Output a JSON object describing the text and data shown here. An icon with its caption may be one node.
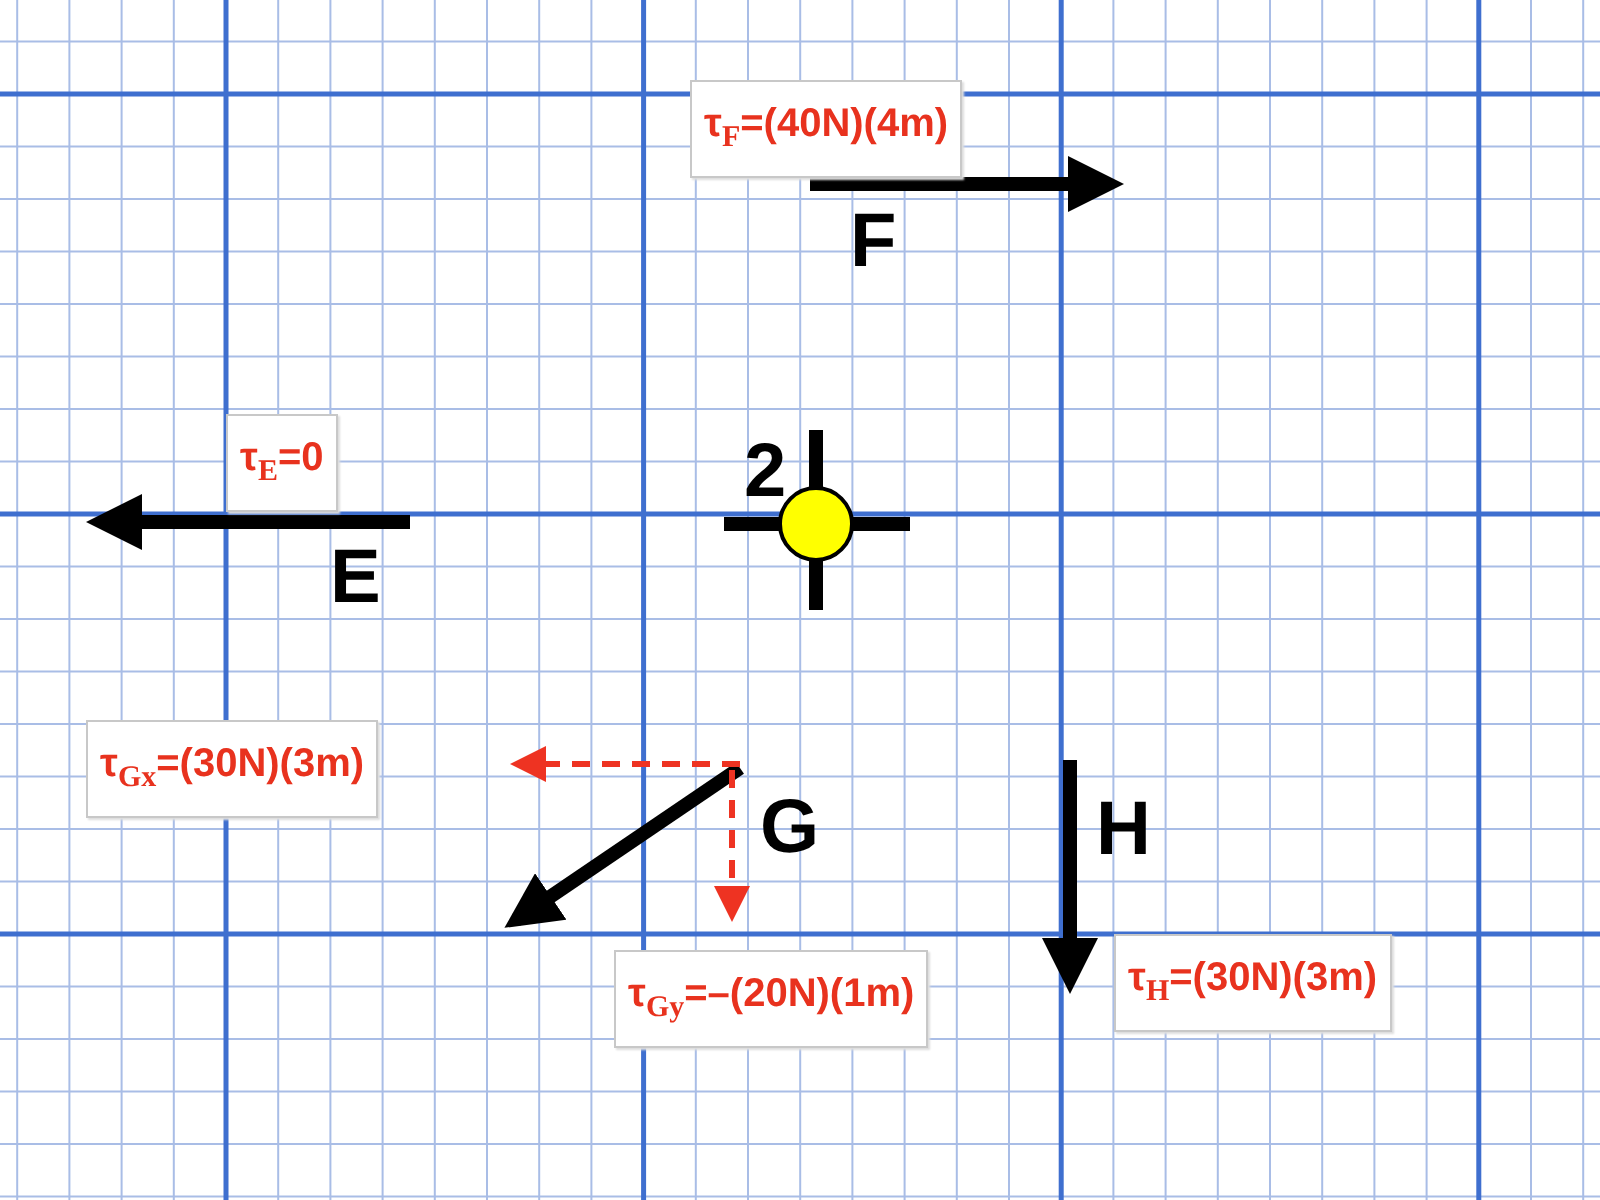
{
  "diagram": {
    "labels": [
      "τ$_{F}$=(40N)(4m)",
      "F",
      "τ$_{E}$=0",
      "2",
      "E",
      "τ$_{Gx}$=(30N)(3m)",
      "G",
      "H",
      "τ$_{Gy}$=–(20N)(1m)",
      "τ$_{H}$=(30N)(3m)"
    ]
  }
}
